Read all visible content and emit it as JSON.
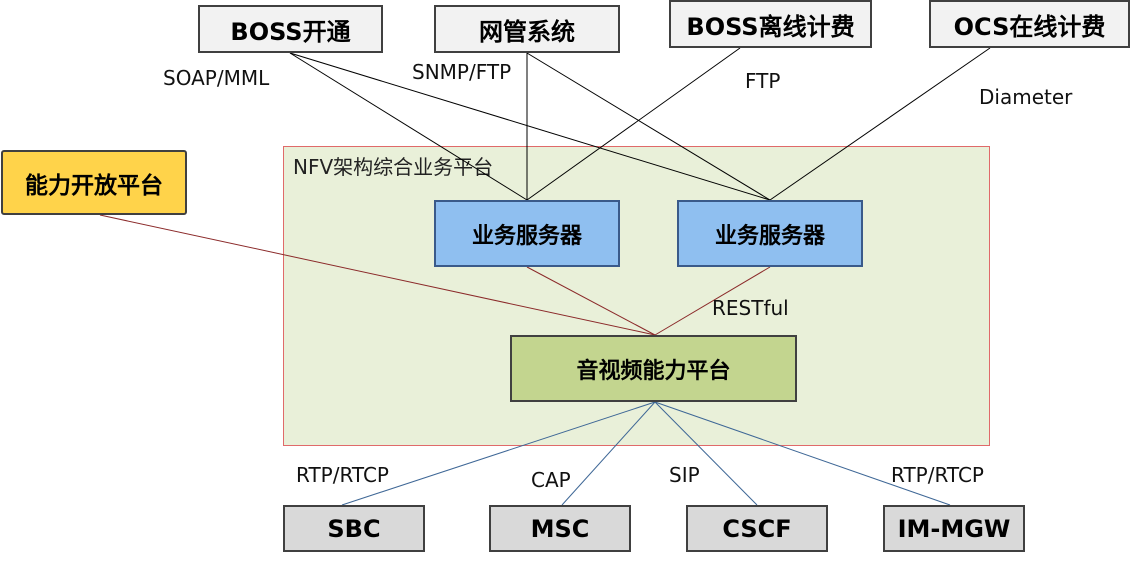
{
  "platform": {
    "title": "NFV架构综合业务平台"
  },
  "top_systems": {
    "boss_provision": "BOSS开通",
    "nms": "网管系统",
    "boss_offline_billing": "BOSS离线计费",
    "ocs_online_billing": "OCS在线计费"
  },
  "capability_open_platform": "能力开放平台",
  "servers": {
    "left": "业务服务器",
    "right": "业务服务器"
  },
  "media_platform": "音视频能力平台",
  "bottom_systems": {
    "sbc": "SBC",
    "msc": "MSC",
    "cscf": "CSCF",
    "im_mgw": "IM-MGW"
  },
  "protocols": {
    "soap_mml": "SOAP/MML",
    "snmp_ftp": "SNMP/FTP",
    "ftp": "FTP",
    "diameter": "Diameter",
    "restful": "RESTful",
    "rtp_rtcp_left": "RTP/RTCP",
    "cap": "CAP",
    "sip": "SIP",
    "rtp_rtcp_right": "RTP/RTCP"
  },
  "colors": {
    "upper_links": "#000000",
    "platform_links": "#8b2a2a",
    "lower_links": "#3e6796"
  }
}
